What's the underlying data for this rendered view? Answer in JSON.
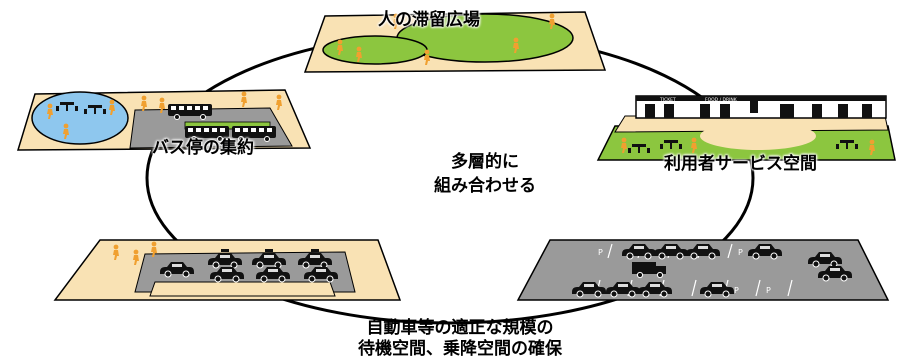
{
  "labels": {
    "plaza": "人の滞留広場",
    "bus": "バス停の集約",
    "service": "利用者サービス空間",
    "center_line1": "多層的に",
    "center_line2": "組み合わせる",
    "bottom_line1": "自動車等の適正な規模の",
    "bottom_line2": "待機空間、乗降空間の確保"
  },
  "signage": {
    "ticket": "TICKET",
    "food": "FOOD / DRINK",
    "parking": "P"
  },
  "colors": {
    "plaza_ground": "#f9e2b4",
    "grass": "#8cc63f",
    "water": "#8ec7ee",
    "asphalt": "#9a9a9a",
    "asphalt_dark": "#7d7d7d",
    "bus_lane": "#b3b3b3",
    "bus_green": "#8cc63f",
    "person": "#f0a030",
    "vehicle": "#111111",
    "cycle_line": "#000000"
  }
}
